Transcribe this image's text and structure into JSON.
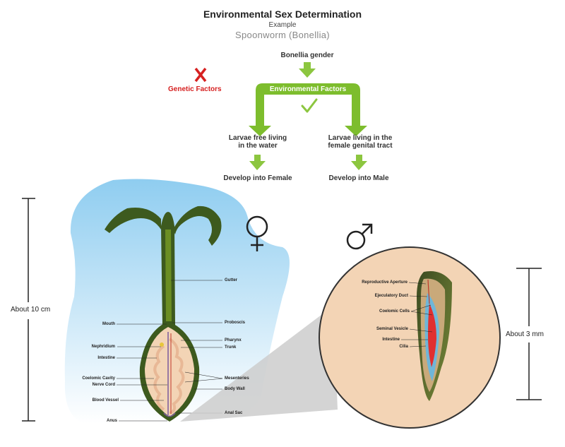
{
  "header": {
    "title": "Environmental Sex Determination",
    "subtitle": "Example",
    "species": "Spoonworm (Bonellia)"
  },
  "flow": {
    "start": "Bonellia gender",
    "genetic": "Genetic  Factors",
    "environmental": "Environmental Factors",
    "left_condition_line1": "Larvae free living",
    "left_condition_line2": "in the water",
    "right_condition_line1": "Larvae living in the",
    "right_condition_line2": "female genital tract",
    "left_result": "Develop into Female",
    "right_result": "Develop into Male"
  },
  "female": {
    "size": "About 10 cm",
    "labels_left": [
      "Mouth",
      "Nephridium",
      "Intestine",
      "Coelomic Cavity",
      "Nerve Cord",
      "Blood Vessel",
      "Anus"
    ],
    "labels_right": [
      "Gutter",
      "Proboscis",
      "Pharynx",
      "Trunk",
      "Mesenteries",
      "Body Wall",
      "Anal Sac"
    ]
  },
  "male": {
    "size": "About 3 mm",
    "labels": [
      "Reproductive Aperture",
      "Ejeculatory Duct",
      "Coelomic Cells",
      "Seminal Vesicle",
      "Intestine",
      "Cilia"
    ]
  },
  "colors": {
    "arrow_green": "#8cc63f",
    "env_box_green": "#7dbd2d",
    "cross_red": "#d62020",
    "worm_dark_green": "#3d5a1e",
    "worm_green": "#6b8e23",
    "blue_bg": "#8fcdf0",
    "peach": "#f3d4b5"
  },
  "icons": [
    "cross-icon",
    "check-icon",
    "female-symbol-icon",
    "male-symbol-icon"
  ]
}
